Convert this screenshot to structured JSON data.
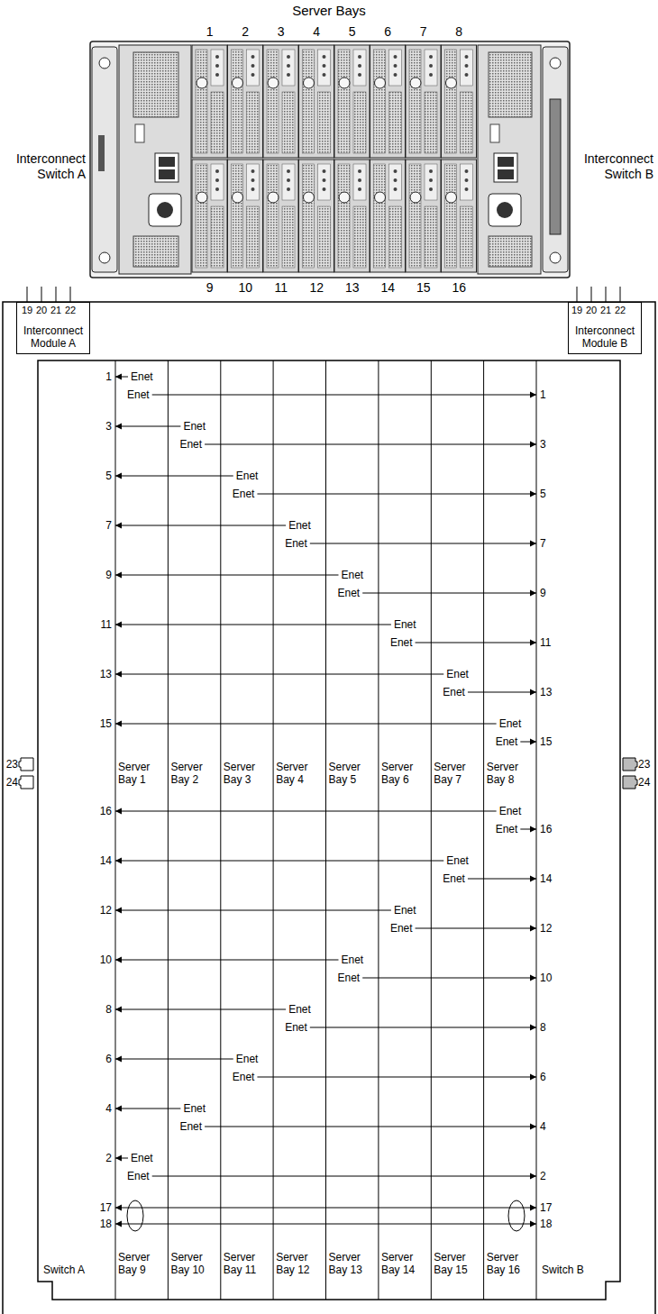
{
  "diagram": {
    "title": "Server Bays",
    "nodes": [
      {
        "text": [
          "Interconnect Module A"
        ]
      },
      {
        "text": [
          "Interconnect Module B"
        ]
      },
      {
        "text": [
          "Switch A"
        ]
      },
      {
        "text": [
          "Switch B"
        ]
      },
      {
        "text": [
          "Server Bay 1"
        ]
      },
      {
        "text": [
          "Server Bay 2"
        ]
      },
      {
        "text": [
          "Server Bay 3"
        ]
      },
      {
        "text": [
          "Server Bay 4"
        ]
      },
      {
        "text": [
          "Server Bay 5"
        ]
      },
      {
        "text": [
          "Server Bay 6"
        ]
      },
      {
        "text": [
          "Server Bay 7"
        ]
      },
      {
        "text": [
          "Server Bay 8"
        ]
      },
      {
        "text": [
          "Server Bay 9"
        ]
      },
      {
        "text": [
          "Server Bay 10"
        ]
      },
      {
        "text": [
          "Server Bay 11"
        ]
      },
      {
        "text": [
          "Server Bay 12"
        ]
      },
      {
        "text": [
          "Server Bay 13"
        ]
      },
      {
        "text": [
          "Server Bay 14"
        ]
      },
      {
        "text": [
          "Server Bay 15"
        ]
      },
      {
        "text": [
          "Server Bay 16"
        ]
      }
    ],
    "edges": [
      {
        "from": 4,
        "to": 2,
        "arrow": "to",
        "label": "Enet"
      },
      {
        "from": 4,
        "to": 3,
        "arrow": "to",
        "label": "Enet"
      },
      {
        "from": 5,
        "to": 2,
        "arrow": "to",
        "label": "Enet"
      },
      {
        "from": 5,
        "to": 3,
        "arrow": "to",
        "label": "Enet"
      },
      {
        "from": 6,
        "to": 2,
        "arrow": "to",
        "label": "Enet"
      },
      {
        "from": 6,
        "to": 3,
        "arrow": "to",
        "label": "Enet"
      },
      {
        "from": 7,
        "to": 2,
        "arrow": "to",
        "label": "Enet"
      },
      {
        "from": 7,
        "to": 3,
        "arrow": "to",
        "label": "Enet"
      },
      {
        "from": 8,
        "to": 2,
        "arrow": "to",
        "label": "Enet"
      },
      {
        "from": 8,
        "to": 3,
        "arrow": "to",
        "label": "Enet"
      },
      {
        "from": 9,
        "to": 2,
        "arrow": "to",
        "label": "Enet"
      },
      {
        "from": 9,
        "to": 3,
        "arrow": "to",
        "label": "Enet"
      },
      {
        "from": 10,
        "to": 2,
        "arrow": "to",
        "label": "Enet"
      },
      {
        "from": 10,
        "to": 3,
        "arrow": "to",
        "label": "Enet"
      },
      {
        "from": 11,
        "to": 2,
        "arrow": "to",
        "label": "Enet"
      },
      {
        "from": 11,
        "to": 3,
        "arrow": "to",
        "label": "Enet"
      },
      {
        "from": 12,
        "to": 2,
        "arrow": "to",
        "label": "Enet"
      },
      {
        "from": 12,
        "to": 3,
        "arrow": "to",
        "label": "Enet"
      },
      {
        "from": 13,
        "to": 2,
        "arrow": "to",
        "label": "Enet"
      },
      {
        "from": 13,
        "to": 3,
        "arrow": "to",
        "label": "Enet"
      },
      {
        "from": 14,
        "to": 2,
        "arrow": "to",
        "label": "Enet"
      },
      {
        "from": 14,
        "to": 3,
        "arrow": "to",
        "label": "Enet"
      },
      {
        "from": 15,
        "to": 2,
        "arrow": "to",
        "label": "Enet"
      },
      {
        "from": 15,
        "to": 3,
        "arrow": "to",
        "label": "Enet"
      },
      {
        "from": 16,
        "to": 2,
        "arrow": "to",
        "label": "Enet"
      },
      {
        "from": 16,
        "to": 3,
        "arrow": "to",
        "label": "Enet"
      },
      {
        "from": 17,
        "to": 2,
        "arrow": "to",
        "label": "Enet"
      },
      {
        "from": 17,
        "to": 3,
        "arrow": "to",
        "label": "Enet"
      },
      {
        "from": 18,
        "to": 2,
        "arrow": "to",
        "label": "Enet"
      },
      {
        "from": 18,
        "to": 3,
        "arrow": "to",
        "label": "Enet"
      },
      {
        "from": 19,
        "to": 2,
        "arrow": "to",
        "label": "Enet"
      },
      {
        "from": 19,
        "to": 3,
        "arrow": "to",
        "label": "Enet"
      },
      {
        "from": 2,
        "to": 3,
        "arrow": "both"
      },
      {
        "from": 2,
        "to": 3,
        "arrow": "both"
      }
    ],
    "labels": [
      "1",
      "2",
      "3",
      "4",
      "5",
      "6",
      "7",
      "8",
      "Interconnect Switch A",
      "Interconnect Switch B",
      "9",
      "10",
      "11",
      "12",
      "13",
      "14",
      "15",
      "16",
      "19",
      "20",
      "21",
      "22",
      "19",
      "20",
      "21",
      "22",
      "1",
      "3",
      "5",
      "7",
      "9",
      "11",
      "13",
      "15",
      "1",
      "3",
      "5",
      "7",
      "9",
      "11",
      "13",
      "15",
      "23",
      "24",
      "23",
      "24",
      "16",
      "14",
      "12",
      "10",
      "8",
      "6",
      "4",
      "2",
      "16",
      "14",
      "12",
      "10",
      "8",
      "6",
      "4",
      "2",
      "17",
      "18",
      "17",
      "18"
    ]
  }
}
